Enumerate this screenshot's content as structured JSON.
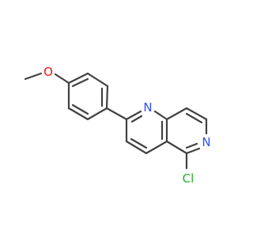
{
  "molecule": {
    "atoms": [
      {
        "id": "O1",
        "symbol": "O",
        "color": "#ff0d0d"
      },
      {
        "id": "N1",
        "symbol": "N",
        "color": "#3050f8"
      },
      {
        "id": "N6",
        "symbol": "N",
        "color": "#3050f8"
      },
      {
        "id": "Cl5",
        "symbol": "Cl",
        "color": "#1fb11f"
      }
    ],
    "bond_color": "#404040"
  }
}
